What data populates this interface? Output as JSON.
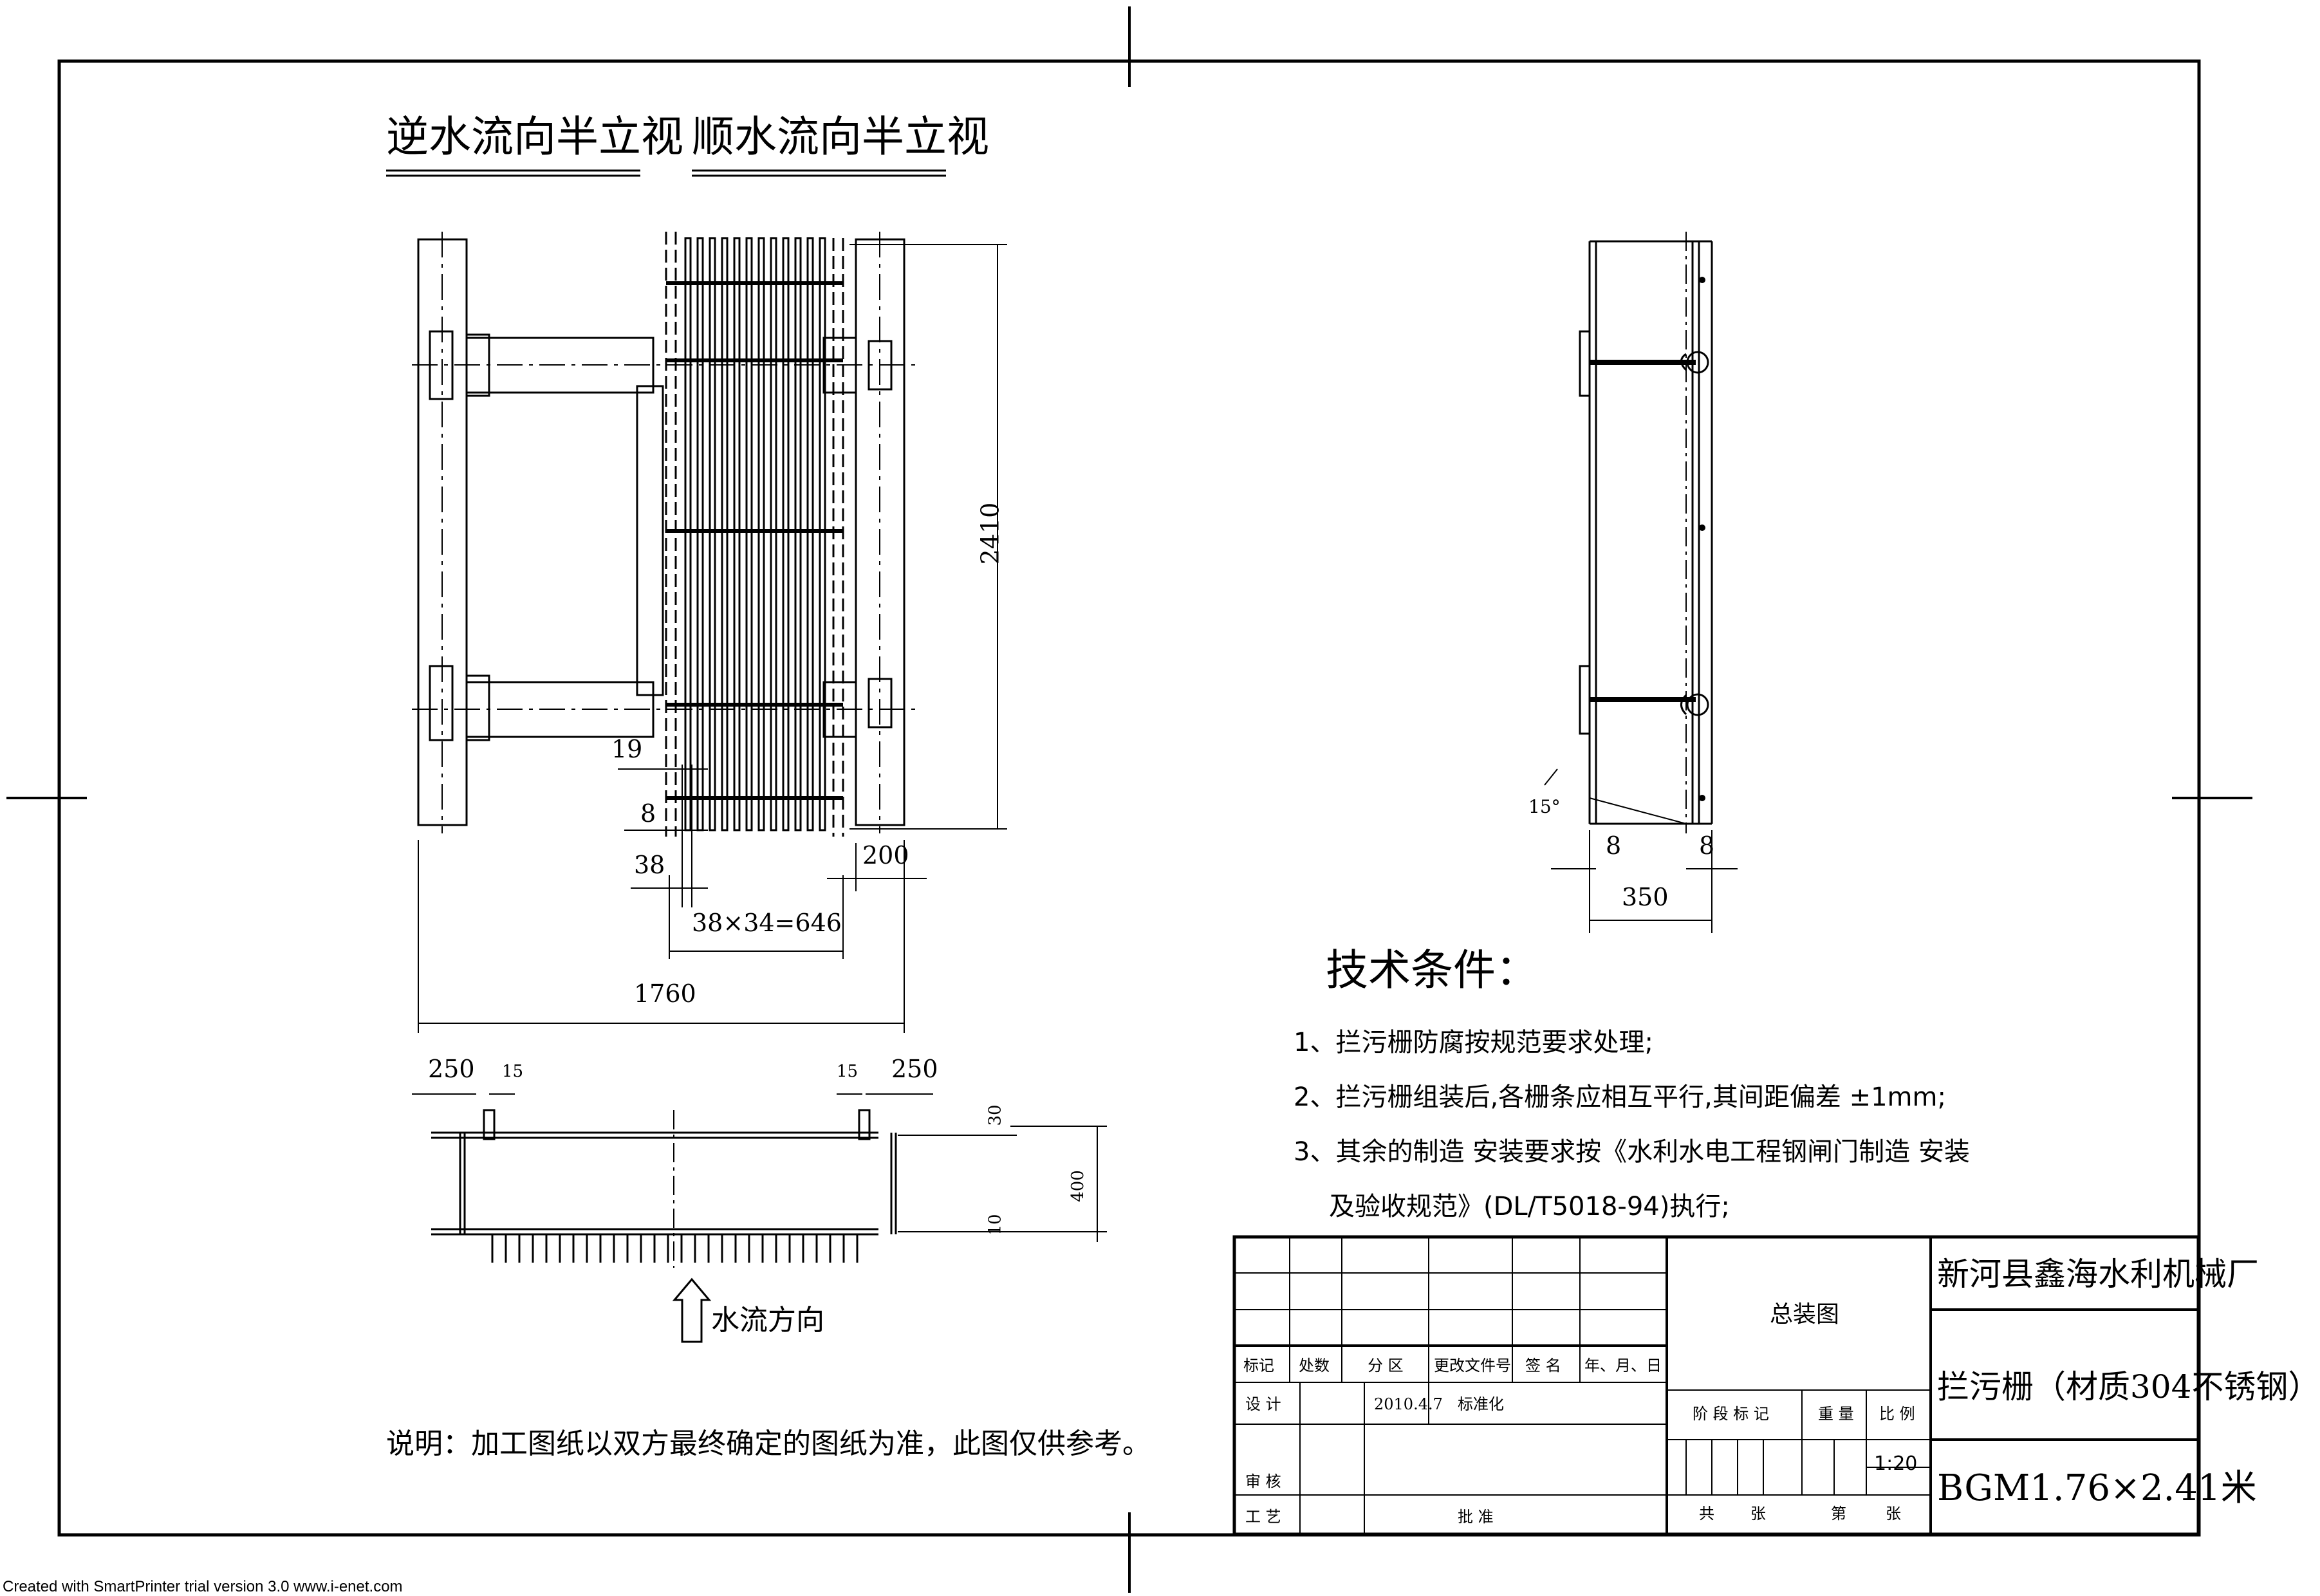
{
  "views": {
    "upstream_title": "逆水流向半立视",
    "downstream_title": "顺水流向半立视"
  },
  "dimensions": {
    "height": "2410",
    "d19": "19",
    "d8a": "8",
    "d38": "38",
    "d200": "200",
    "bars": "38×34=646",
    "width": "1760",
    "side_8a": "8",
    "side_8b": "8",
    "side_350": "350",
    "angle": "15°",
    "plan_250a": "250",
    "plan_15a": "15",
    "plan_15b": "15",
    "plan_250b": "250",
    "plan_30": "30",
    "plan_400": "400",
    "plan_10": "10"
  },
  "flow": {
    "label": "水流方向"
  },
  "tech": {
    "heading": "技术条件：",
    "item1": "1、拦污栅防腐按规范要求处理;",
    "item2": "2、拦污栅组装后,各栅条应相互平行,其间距偏差 ±1mm;",
    "item3": "3、其余的制造  安装要求按《水利水电工程钢闸门制造  安装",
    "item3b": "及验收规范》(DL/T5018-94)执行;"
  },
  "note": "说明：加工图纸以双方最终确定的图纸为准，此图仅供参考。",
  "title_block": {
    "drawing_name": "总装图",
    "company": "新河县鑫海水利机械厂",
    "product": "拦污栅（材质304不锈钢）",
    "model": "BGM1.76×2.41米",
    "scale": "1:20",
    "rev_headers": [
      "标记",
      "处数",
      "分 区",
      "更改文件号",
      "签 名",
      "年、月、日"
    ],
    "design": "设 计",
    "date": "2010.4.7",
    "standard": "标准化",
    "stage": "阶 段 标 记",
    "weight": "重 量",
    "ratio": "比 例",
    "review": "审 核",
    "process": "工 艺",
    "approve": "批 准",
    "total": "共",
    "sheets": "张",
    "sheet_no": "第",
    "sheets2": "张"
  },
  "footer": "Created with SmartPrinter trial version 3.0  www.i-enet.com"
}
